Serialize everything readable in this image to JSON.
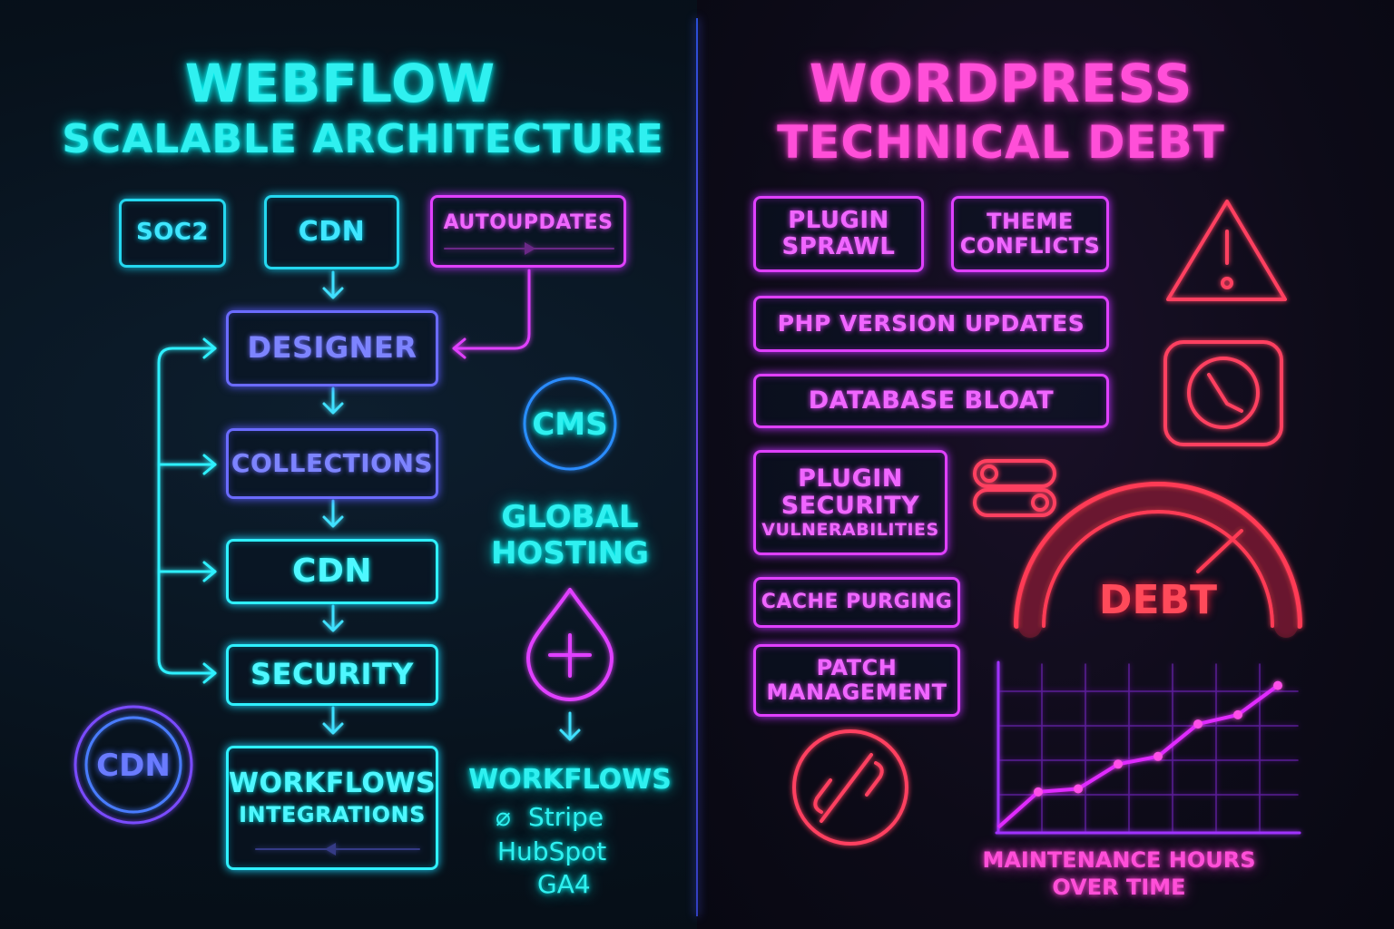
{
  "left": {
    "title_line1": "WEBFLOW",
    "title_line2": "SCALABLE ARCHITECTURE",
    "badges": {
      "soc2": "SOC2",
      "cdn": "CDN",
      "autoupdates": "AUTOUPDATES"
    },
    "flow": {
      "designer": "DESIGNER",
      "collections": "COLLECTIONS",
      "cdn": "CDN",
      "security": "SECURITY",
      "workflows": "WORKFLOWS",
      "integrations": "INTEGRATIONS"
    },
    "cms_circle": "CMS",
    "global_hosting_line1": "GLOBAL",
    "global_hosting_line2": "HOSTING",
    "cdn_circle": "CDN",
    "workflows_list": {
      "heading": "WORKFLOWS",
      "items": [
        "Stripe",
        "HubSpot",
        "GA4"
      ]
    }
  },
  "right": {
    "title_line1": "WORDPRESS",
    "title_line2": "TECHNICAL DEBT",
    "items": {
      "plugin_sprawl": [
        "PLUGIN",
        "SPRAWL"
      ],
      "theme_conflicts": [
        "THEME",
        "CONFLICTS"
      ],
      "php_updates": "PHP VERSION UPDATES",
      "database_bloat": "DATABASE BLOAT",
      "plugin_security": [
        "PLUGIN",
        "SECURITY",
        "VULNERABILITIES"
      ],
      "cache_purging": "CACHE PURGING",
      "patch_management": [
        "PATCH",
        "MANAGEMENT"
      ]
    },
    "gauge_label": "DEBT",
    "chart_caption_line1": "MAINTENANCE HOURS",
    "chart_caption_line2": "OVER TIME"
  },
  "colors": {
    "cyan": "#2ff0ff",
    "blue": "#6b6bff",
    "magenta": "#e040ff",
    "pink": "#ff4fd8",
    "red": "#ff3b55",
    "purple": "#a030ff"
  },
  "chart_data": {
    "type": "line",
    "title": "",
    "xlabel": "MAINTENANCE HOURS OVER TIME",
    "ylabel": "",
    "series": [
      {
        "values": [
          0,
          2.3,
          2.5,
          4.1,
          4.6,
          6.7,
          7.3,
          9.2
        ]
      }
    ],
    "x": [
      0,
      1,
      2,
      3,
      4,
      5,
      6,
      7
    ],
    "ylim": [
      0,
      10
    ],
    "grid": true
  }
}
